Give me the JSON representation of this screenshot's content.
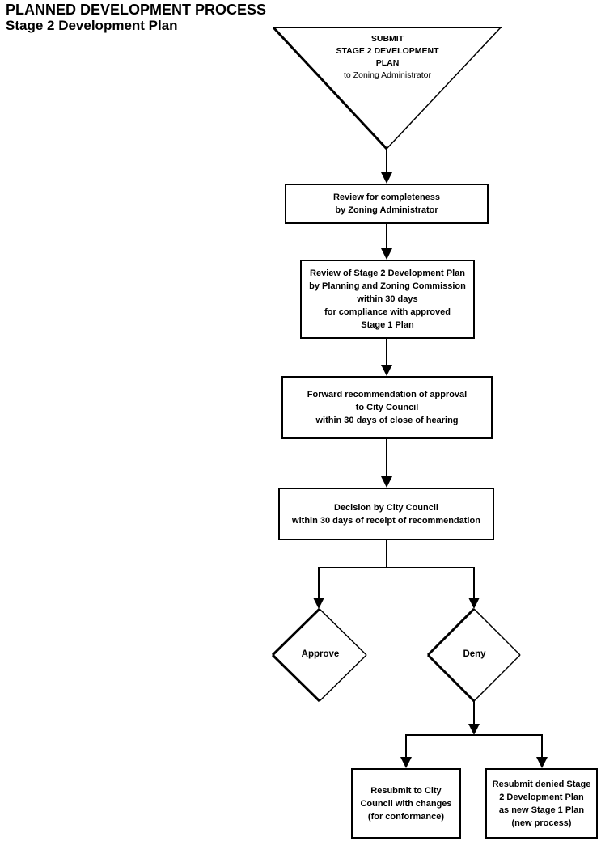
{
  "title": {
    "line1": "PLANNED DEVELOPMENT PROCESS",
    "line2": "Stage 2 Development Plan"
  },
  "colors": {
    "line": "#000000",
    "background": "#ffffff",
    "text": "#000000"
  },
  "flowchart": {
    "start": {
      "shape": "inverted-triangle",
      "label": "SUBMIT\nSTAGE 2 DEVELOPMENT\nPLAN",
      "sublabel": "to Zoning Administrator"
    },
    "steps": [
      {
        "shape": "rectangle",
        "label": "Review for completeness\nby Zoning Administrator"
      },
      {
        "shape": "rectangle",
        "label": "Review of Stage 2 Development Plan\nby Planning and Zoning Commission\nwithin 30 days\nfor compliance with approved\nStage 1 Plan"
      },
      {
        "shape": "rectangle",
        "label": "Forward recommendation of approval\nto City Council\nwithin 30 days of close of hearing"
      },
      {
        "shape": "rectangle",
        "label": "Decision by City Council\nwithin 30 days of receipt of recommendation"
      }
    ],
    "decisions": [
      {
        "shape": "diamond",
        "label": "Approve"
      },
      {
        "shape": "diamond",
        "label": "Deny"
      }
    ],
    "outcomes": [
      {
        "shape": "rectangle",
        "label": "Resubmit to City\nCouncil with changes\n(for conformance)"
      },
      {
        "shape": "rectangle",
        "label": "Resubmit denied Stage\n2 Development Plan\nas new Stage 1 Plan\n(new process)"
      }
    ]
  }
}
